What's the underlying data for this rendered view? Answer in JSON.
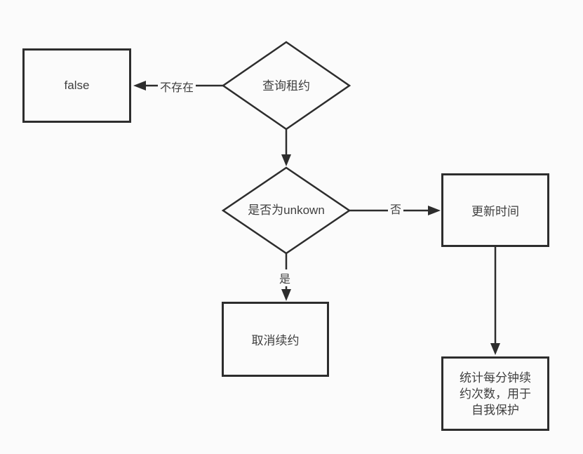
{
  "diagram": {
    "type": "flowchart",
    "background_color": "#fbfbfb",
    "line_color": "#2d2d2d",
    "text_color": "#3f3f3f",
    "nodes": {
      "query_lease": {
        "shape": "diamond",
        "label": "查询租约"
      },
      "false_result": {
        "shape": "rect",
        "label": "false"
      },
      "is_unknown": {
        "shape": "diamond",
        "label": "是否为unkown"
      },
      "update_time": {
        "shape": "rect",
        "label": "更新时间"
      },
      "cancel_renewal": {
        "shape": "rect",
        "label": "取消续约"
      },
      "count_renewals": {
        "shape": "rect",
        "label": "统计每分钟续约次数，用于自我保护"
      }
    },
    "edges": [
      {
        "from": "query_lease",
        "to": "false_result",
        "label": "不存在"
      },
      {
        "from": "query_lease",
        "to": "is_unknown",
        "label": ""
      },
      {
        "from": "is_unknown",
        "to": "update_time",
        "label": "否"
      },
      {
        "from": "is_unknown",
        "to": "cancel_renewal",
        "label": "是"
      },
      {
        "from": "update_time",
        "to": "count_renewals",
        "label": ""
      }
    ]
  }
}
